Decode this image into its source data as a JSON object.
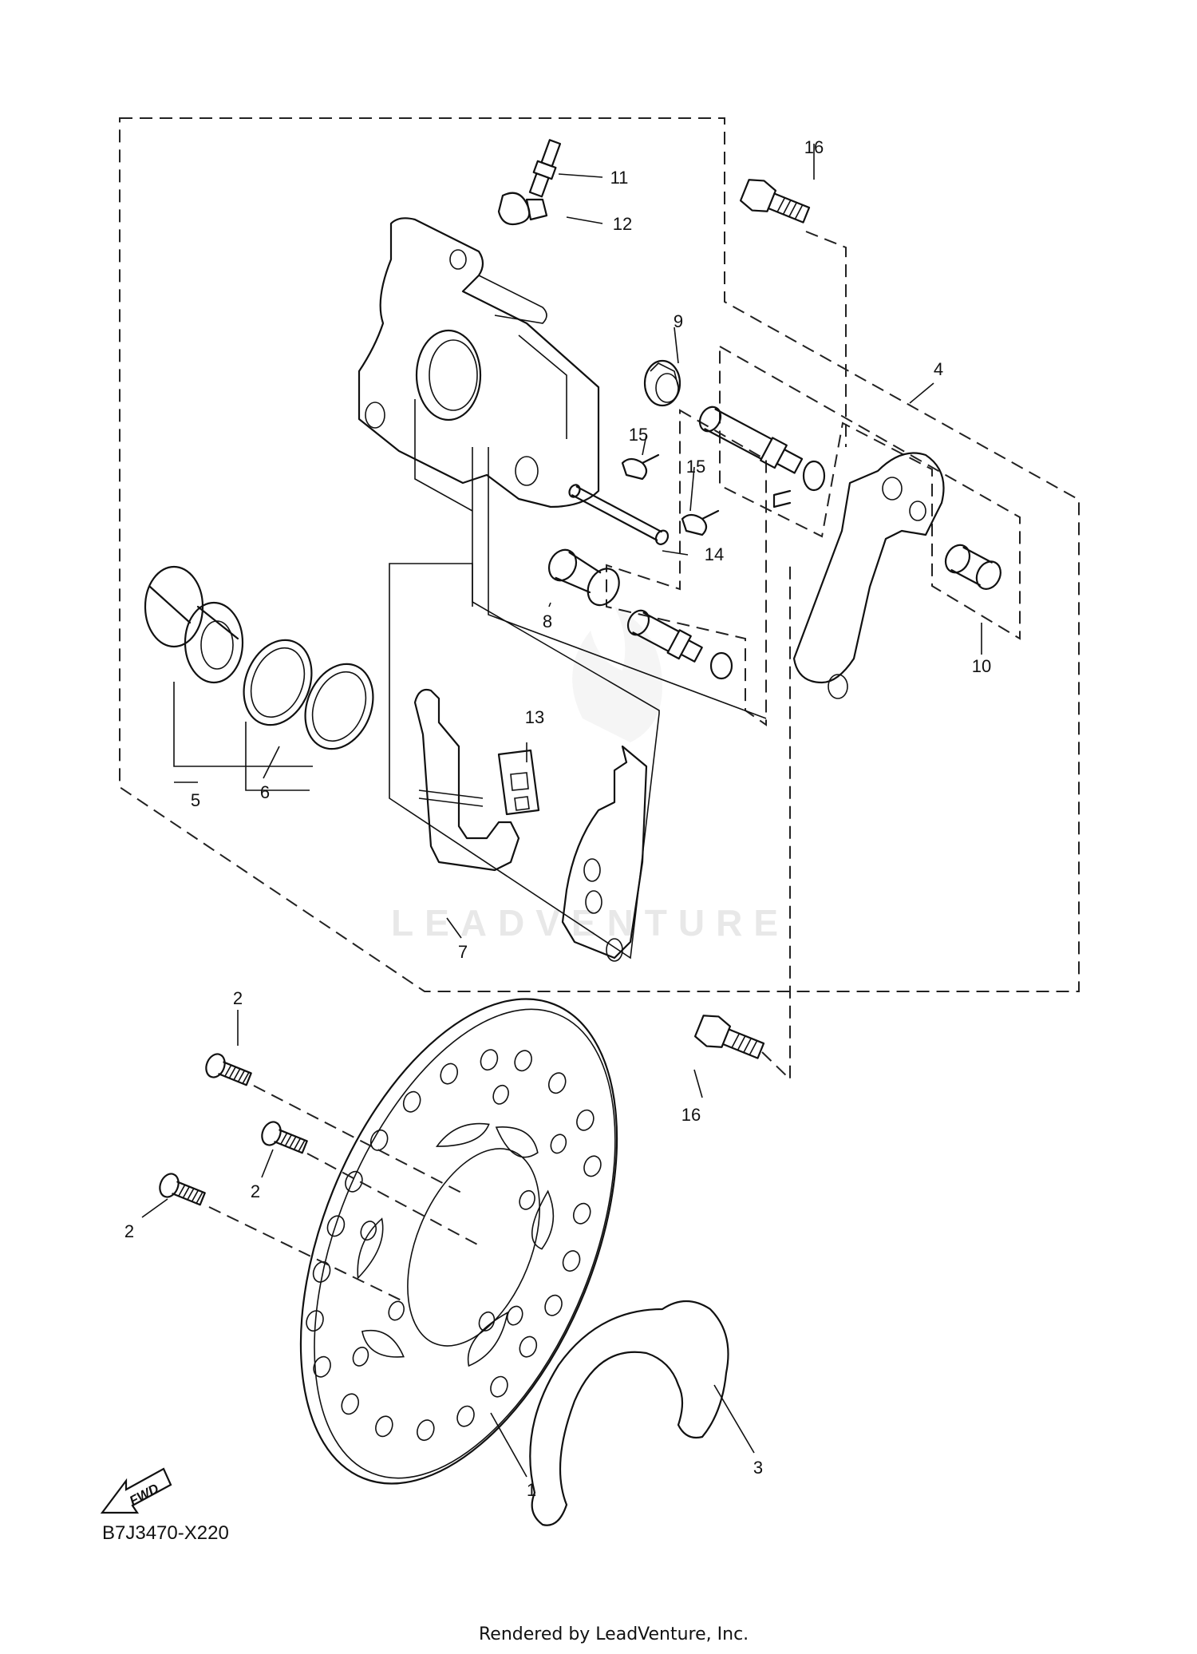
{
  "diagram_code": "B7J3470-X220",
  "render_credit": "Rendered by LeadVenture, Inc.",
  "watermark": "LEADVENTURE",
  "fwd_label": "FWD",
  "callouts": [
    "1",
    "2",
    "2",
    "2",
    "3",
    "4",
    "5",
    "6",
    "7",
    "8",
    "9",
    "10",
    "11",
    "12",
    "13",
    "14",
    "15",
    "15",
    "16",
    "16"
  ]
}
